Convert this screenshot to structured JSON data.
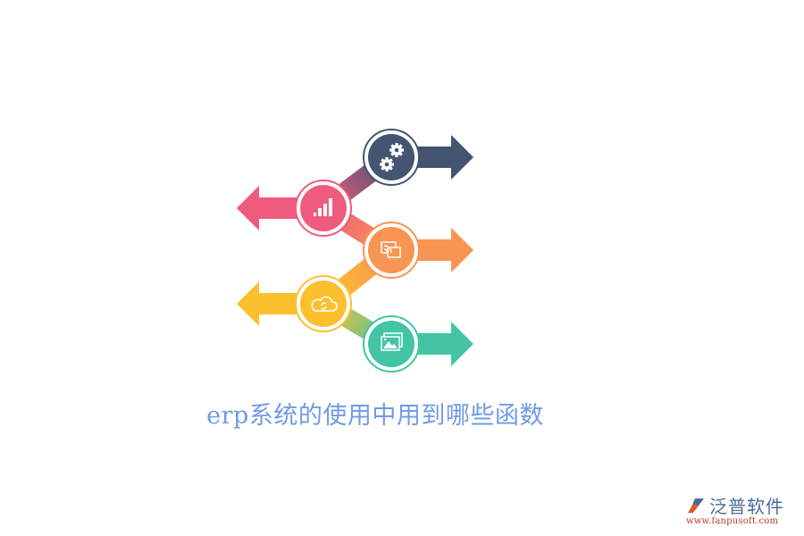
{
  "title": "erp系统的使用中用到哪些函数",
  "logo": {
    "name": "泛普软件",
    "url": "www.fanpusoft.com"
  },
  "colors": {
    "node1": "#435570",
    "node2": "#ef5b7d",
    "node3": "#f99552",
    "node4": "#fcc02f",
    "node5": "#43c5a5",
    "title": "#6f9be6"
  },
  "nodes": [
    {
      "id": 1,
      "icon": "gears-icon",
      "direction": "right",
      "color": "#435570"
    },
    {
      "id": 2,
      "icon": "bar-chart-icon",
      "direction": "left",
      "color": "#ef5b7d"
    },
    {
      "id": 3,
      "icon": "screen-cast-icon",
      "direction": "right",
      "color": "#f99552"
    },
    {
      "id": 4,
      "icon": "cloud-sync-icon",
      "direction": "left",
      "color": "#fcc02f"
    },
    {
      "id": 5,
      "icon": "image-gallery-icon",
      "direction": "right",
      "color": "#43c5a5"
    }
  ]
}
